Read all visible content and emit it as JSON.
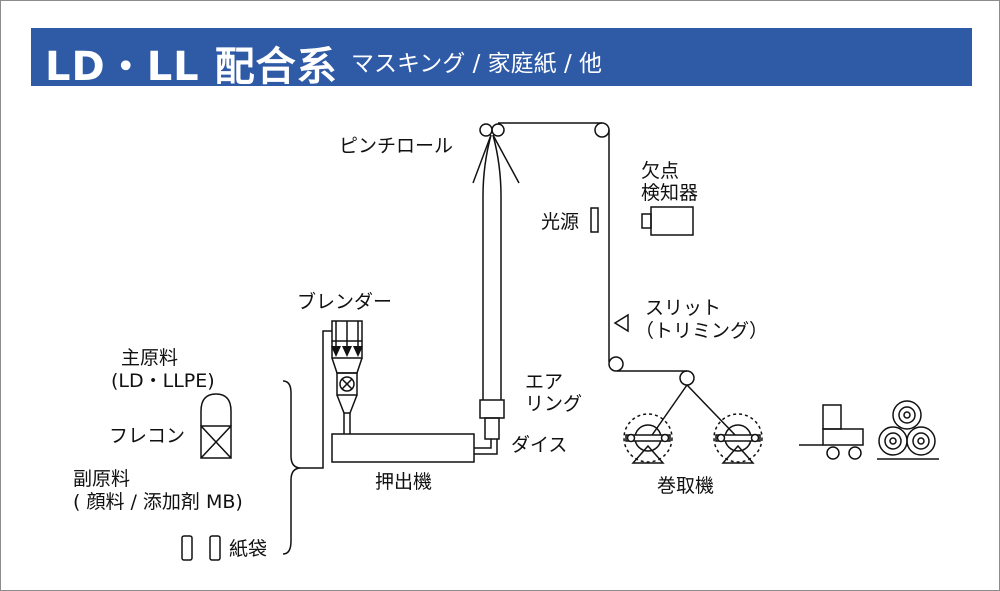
{
  "header": {
    "title": "LD・LL 配合系",
    "subtitle": "マスキング / 家庭紙 / 他",
    "background_color": "#2e5aa6",
    "text_color": "#ffffff"
  },
  "labels": {
    "pinch_roll": "ピンチロール",
    "defect_detector_line1": "欠点",
    "defect_detector_line2": "検知器",
    "light_source": "光源",
    "blender": "ブレンダー",
    "slit_line1": "スリット",
    "slit_line2": "（トリミング）",
    "main_material_line1": "主原料",
    "main_material_line2": "(LD・LLPE)",
    "flexible_container": "フレコン",
    "sub_material_line1": "副原料",
    "sub_material_line2": "( 顔料 / 添加剤 MB)",
    "paper_bag": "紙袋",
    "air_ring_line1": "エア",
    "air_ring_line2": "リング",
    "die": "ダイス",
    "extruder": "押出機",
    "winder": "巻取機"
  },
  "line_color": "#111111"
}
